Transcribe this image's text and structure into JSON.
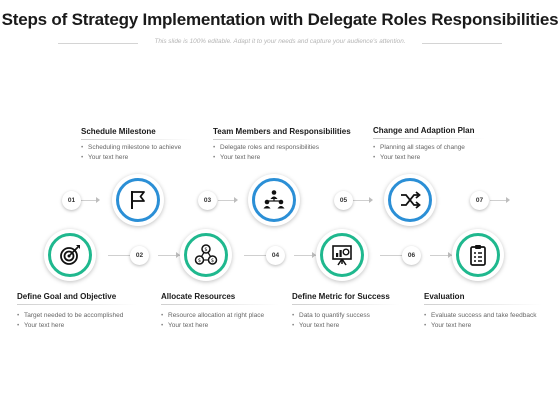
{
  "header": {
    "title": "Steps of Strategy Implementation with Delegate Roles Responsibilities",
    "subtitle": "This slide is 100% editable. Adapt it to your needs and capture your audience's attention."
  },
  "colors": {
    "blue": "#2b8fd6",
    "teal": "#1fb88e"
  },
  "steps": [
    {
      "number": "01",
      "title": "Define Goal and Objective",
      "icon": "target-icon",
      "color": "teal",
      "bullets": [
        "Target needed to be accomplished",
        "Your text here"
      ]
    },
    {
      "number": "02",
      "title": "Schedule Milestone",
      "icon": "flag-icon",
      "color": "blue",
      "bullets": [
        "Scheduling milestone to achieve",
        "Your text here"
      ]
    },
    {
      "number": "03",
      "title": "Allocate Resources",
      "icon": "resources-icon",
      "color": "teal",
      "bullets": [
        "Resource allocation at right place",
        "Your text here"
      ]
    },
    {
      "number": "04",
      "title": "Team Members and Responsibilities",
      "icon": "team-icon",
      "color": "blue",
      "bullets": [
        "Delegate roles and responsibilities",
        "Your text here"
      ]
    },
    {
      "number": "05",
      "title": "Define Metric for Success",
      "icon": "presentation-icon",
      "color": "teal",
      "bullets": [
        "Data to quantify success",
        "Your text here"
      ]
    },
    {
      "number": "06",
      "title": "Change and Adaption Plan",
      "icon": "shuffle-icon",
      "color": "blue",
      "bullets": [
        "Planning all stages of change",
        "Your text here"
      ]
    },
    {
      "number": "07",
      "title": "Evaluation",
      "icon": "clipboard-icon",
      "color": "teal",
      "bullets": [
        "Evaluate success and take feedback",
        "Your text here"
      ]
    }
  ]
}
